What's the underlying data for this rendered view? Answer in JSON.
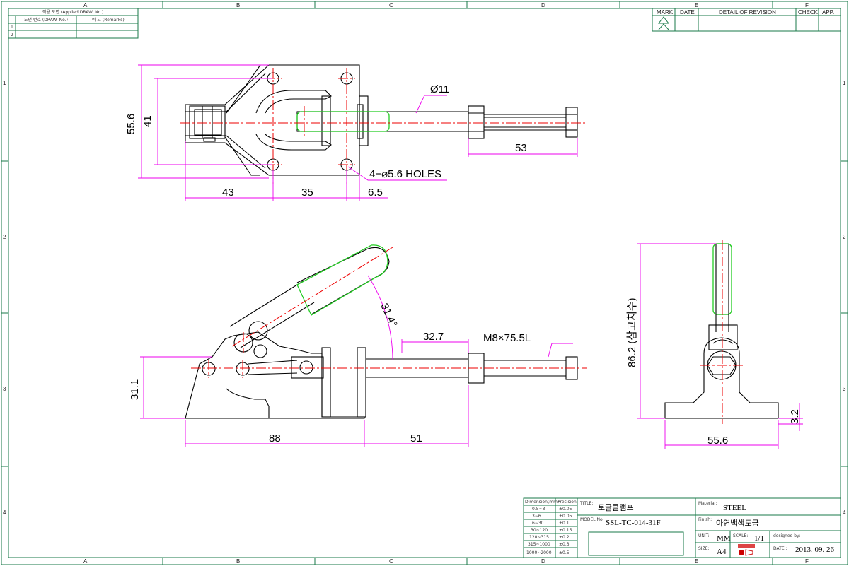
{
  "border": {
    "columns": [
      "A",
      "B",
      "C",
      "D",
      "E",
      "F"
    ],
    "rows": [
      "1",
      "2",
      "3",
      "4"
    ]
  },
  "applied_table": {
    "header": "적용 도면 (Applied DRAW. No.)",
    "col1": "도면 번호 (DRAW. No.)",
    "col2": "비 고 (Remarks)",
    "rows": [
      "1",
      "2"
    ]
  },
  "revision_table": {
    "headers": [
      "MARK",
      "DATE",
      "DETAIL OF REVISION",
      "CHECK",
      "APP."
    ]
  },
  "dimensions": {
    "top": {
      "d55_6": "55.6",
      "d41": "41",
      "d11": "Ø11",
      "d53": "53",
      "holes": "4−⌀5.6 HOLES",
      "d43": "43",
      "d35": "35",
      "d6_5": "6.5"
    },
    "side": {
      "angle": "31.4°",
      "d32_7": "32.7",
      "thread": "M8×75.5L",
      "d31_1": "31.1",
      "d88": "88",
      "d51": "51"
    },
    "end": {
      "height": "86.2 (참고치수)",
      "d3_2": "3.2",
      "d55_6": "55.6"
    }
  },
  "tolerance_table": {
    "headers": [
      "Dimension(mm)",
      "Precision"
    ],
    "rows": [
      [
        "0.5~3",
        "±0.05"
      ],
      [
        "3~6",
        "±0.05"
      ],
      [
        "6~30",
        "±0.1"
      ],
      [
        "30~120",
        "±0.15"
      ],
      [
        "120~315",
        "±0.2"
      ],
      [
        "315~1000",
        "±0.3"
      ],
      [
        "1000~2000",
        "±0.5"
      ]
    ]
  },
  "title_block": {
    "title_label": "TITLE:",
    "title": "토글클램프",
    "material_label": "Material:",
    "material": "STEEL",
    "model_label": "MODEL No.",
    "model": "SSL-TC-014-31F",
    "finish_label": "Finish:",
    "finish": "아연백색도금",
    "unit_label": "UNIT:",
    "unit": "MM",
    "scale_label": "SCALE:",
    "scale": "1/1",
    "designed_label": "designed by:",
    "size_label": "SIZE:",
    "size": "A4",
    "date_label": "DATE :",
    "date": "2013. 09. 26"
  },
  "colors": {
    "frame": "#1a7a4a",
    "dimension": "#e000e0",
    "centerline": "#e00000",
    "highlight": "#22cc22"
  }
}
